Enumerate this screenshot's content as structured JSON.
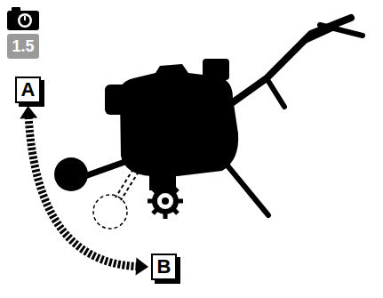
{
  "diagram": {
    "nodes": [
      {
        "text": [
          "1.5"
        ]
      },
      {
        "text": [
          "A"
        ]
      },
      {
        "text": [
          "B"
        ]
      }
    ],
    "edges": [
      {
        "from": 1,
        "to": 2,
        "arrow": "both"
      }
    ]
  }
}
